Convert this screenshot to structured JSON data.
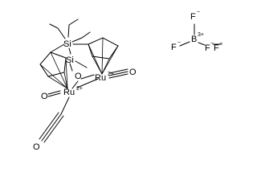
{
  "molecule": {
    "atoms": {
      "si_top": "Si",
      "si_lower": "Si",
      "o_bridge": "O",
      "ru_right": "Ru",
      "ru_right_charge": "2+",
      "ru_left": "Ru",
      "ru_left_charge": "2+",
      "o_carbonyl_right": "O",
      "o_carbonyl_left": "O",
      "o_carbonyl_bottom": "O"
    }
  },
  "anion": {
    "boron": "B",
    "boron_charge": "3+",
    "fluorines": [
      {
        "label": "F",
        "charge": "−"
      },
      {
        "label": "F",
        "charge": "−"
      },
      {
        "label": "F",
        "charge": "−"
      },
      {
        "label": "F",
        "charge": "−"
      }
    ]
  }
}
